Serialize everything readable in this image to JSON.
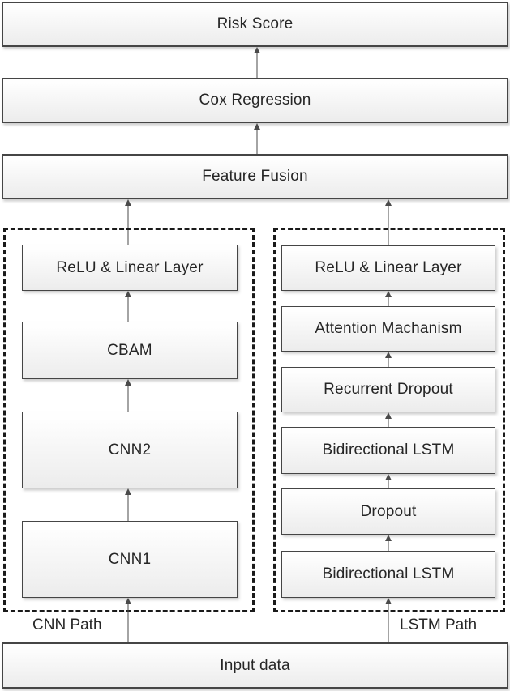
{
  "diagram": {
    "output_flow": {
      "risk_score": "Risk Score",
      "cox_regression": "Cox Regression",
      "feature_fusion": "Feature Fusion"
    },
    "cnn_path": {
      "label": "CNN Path",
      "layers": [
        "ReLU & Linear Layer",
        "CBAM",
        "CNN2",
        "CNN1"
      ]
    },
    "lstm_path": {
      "label": "LSTM Path",
      "layers": [
        "ReLU & Linear Layer",
        "Attention Machanism",
        "Recurrent Dropout",
        "Bidirectional LSTM",
        "Dropout",
        "Bidirectional LSTM"
      ]
    },
    "input_node": "Input data",
    "colors": {
      "box_border": "#454545",
      "box_fill_top": "#fefefe",
      "box_fill_bottom": "#ececec",
      "dashed_border": "#1a1a1a",
      "arrow": "#4a4a4a",
      "text": "#262626",
      "canvas_bg": "#ffffff"
    }
  }
}
